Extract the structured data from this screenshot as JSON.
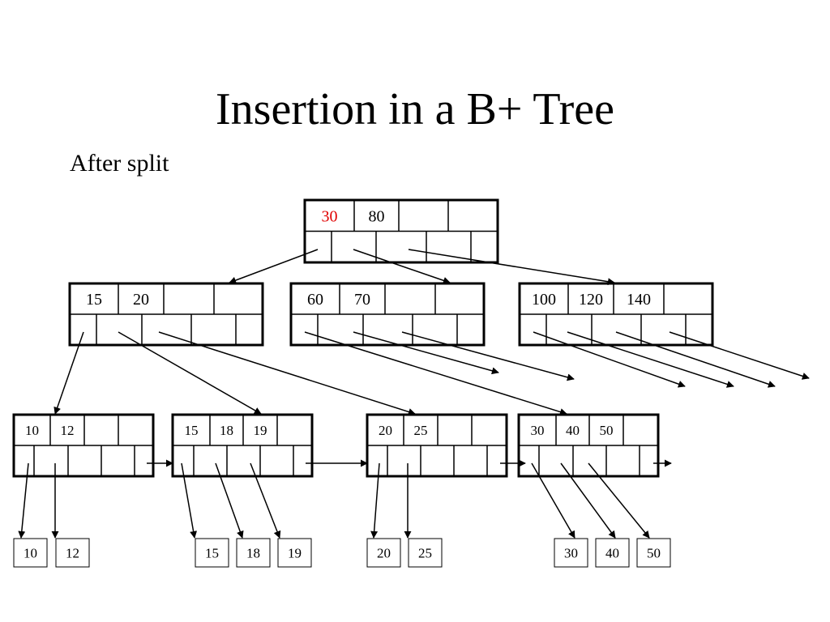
{
  "slide": {
    "title": "Insertion in a B+ Tree",
    "subtitle": "After split"
  },
  "colors": {
    "highlight_key": "#e00000",
    "line": "#000000",
    "background": "#ffffff"
  },
  "tree": {
    "root": {
      "keys": [
        {
          "text": "30",
          "highlight": true
        },
        {
          "text": "80"
        },
        {
          "text": ""
        },
        {
          "text": ""
        }
      ]
    },
    "internal_nodes": [
      {
        "keys": [
          {
            "text": "15"
          },
          {
            "text": "20"
          },
          {
            "text": ""
          },
          {
            "text": ""
          }
        ]
      },
      {
        "keys": [
          {
            "text": "60"
          },
          {
            "text": "70"
          },
          {
            "text": ""
          },
          {
            "text": ""
          }
        ]
      },
      {
        "keys": [
          {
            "text": "100"
          },
          {
            "text": "120"
          },
          {
            "text": "140"
          },
          {
            "text": ""
          }
        ]
      }
    ],
    "leaf_nodes": [
      {
        "keys": [
          {
            "text": "10"
          },
          {
            "text": "12"
          },
          {
            "text": ""
          },
          {
            "text": ""
          }
        ]
      },
      {
        "keys": [
          {
            "text": "15"
          },
          {
            "text": "18"
          },
          {
            "text": "19"
          },
          {
            "text": ""
          }
        ]
      },
      {
        "keys": [
          {
            "text": "20"
          },
          {
            "text": "25"
          },
          {
            "text": ""
          },
          {
            "text": ""
          }
        ]
      },
      {
        "keys": [
          {
            "text": "30"
          },
          {
            "text": "40"
          },
          {
            "text": "50"
          },
          {
            "text": ""
          }
        ]
      }
    ],
    "records": [
      "10",
      "12",
      "15",
      "18",
      "19",
      "20",
      "25",
      "30",
      "40",
      "50"
    ]
  }
}
